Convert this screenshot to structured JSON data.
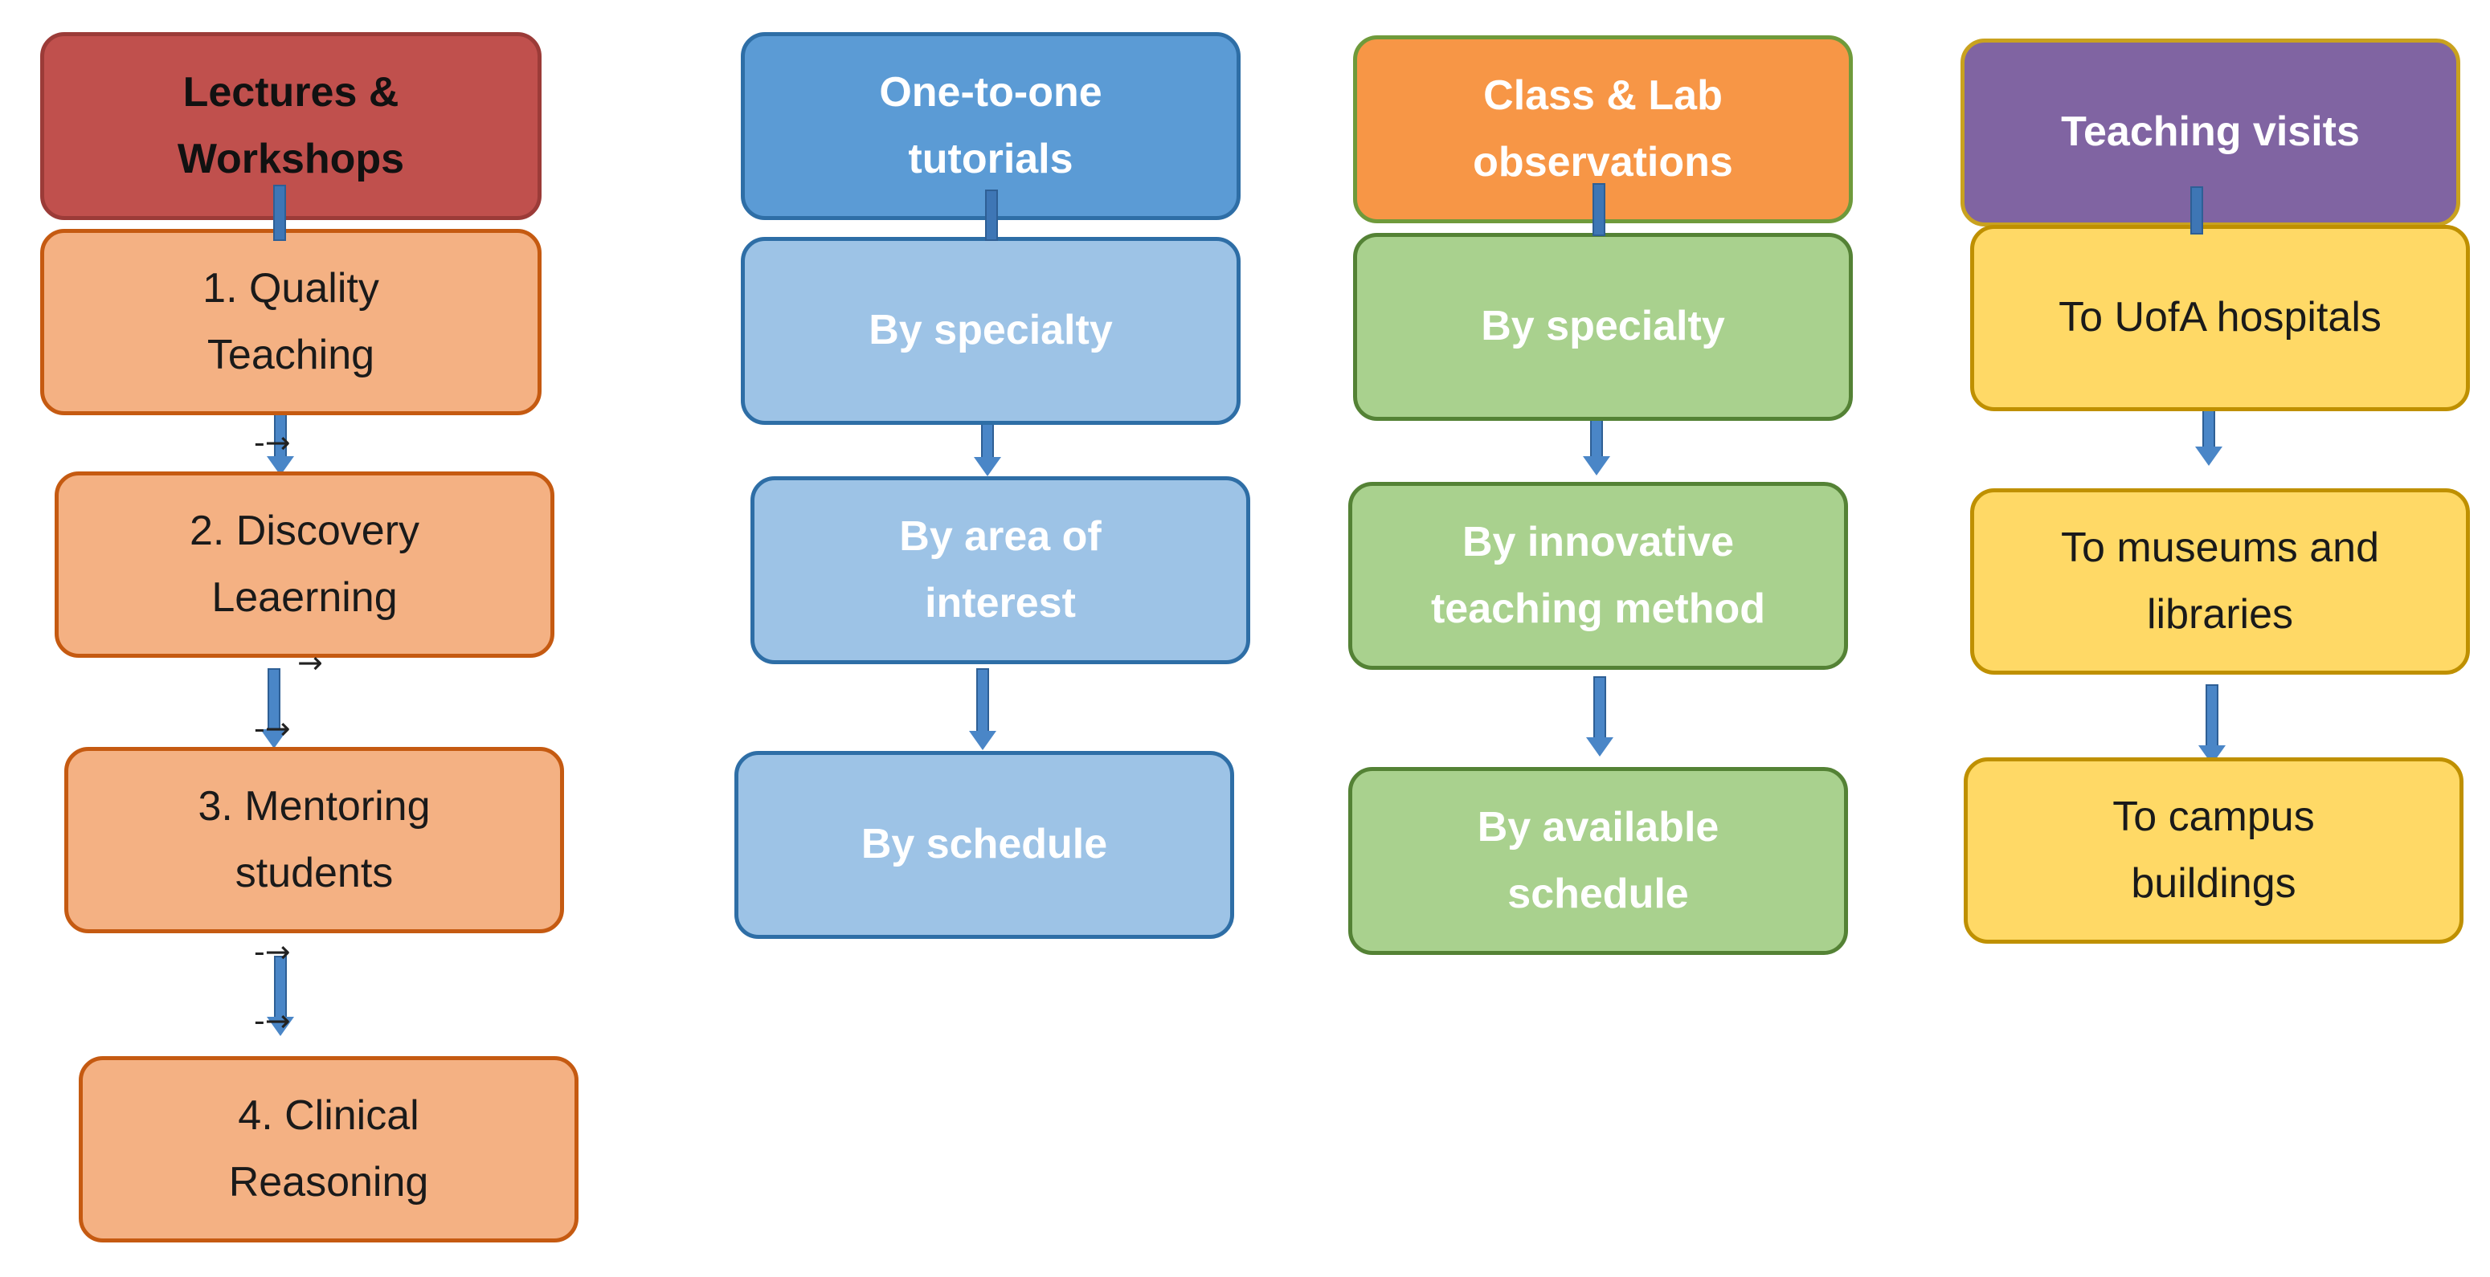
{
  "columns": [
    {
      "header": "Lectures &\nWorkshops",
      "items": [
        "1. Quality\nTeaching",
        "2. Discovery\nLeaerning",
        "3. Mentoring\nstudents",
        "4. Clinical\nReasoning"
      ]
    },
    {
      "header": "One-to-one\ntutorials",
      "items": [
        "By specialty",
        "By area of\ninterest",
        "By schedule"
      ]
    },
    {
      "header": "Class & Lab\nobservations",
      "items": [
        "By specialty",
        "By innovative\nteaching method",
        "By available\nschedule"
      ]
    },
    {
      "header": "Teaching visits",
      "items": [
        "To UofA hospitals",
        "To museums and\nlibraries",
        "To campus\nbuildings"
      ]
    }
  ],
  "stray_marks": [
    "-→",
    "→",
    "-→",
    "-→",
    "-→"
  ],
  "colors": {
    "header_red": "#c0504d",
    "header_blue": "#5b9bd5",
    "header_orange": "#f79646",
    "header_purple": "#8064a2",
    "box_orange": "#f4b183",
    "box_light_blue": "#9dc3e6",
    "box_green": "#a9d18e",
    "box_yellow": "#ffd966",
    "arrow_blue": "#4a86c7"
  }
}
